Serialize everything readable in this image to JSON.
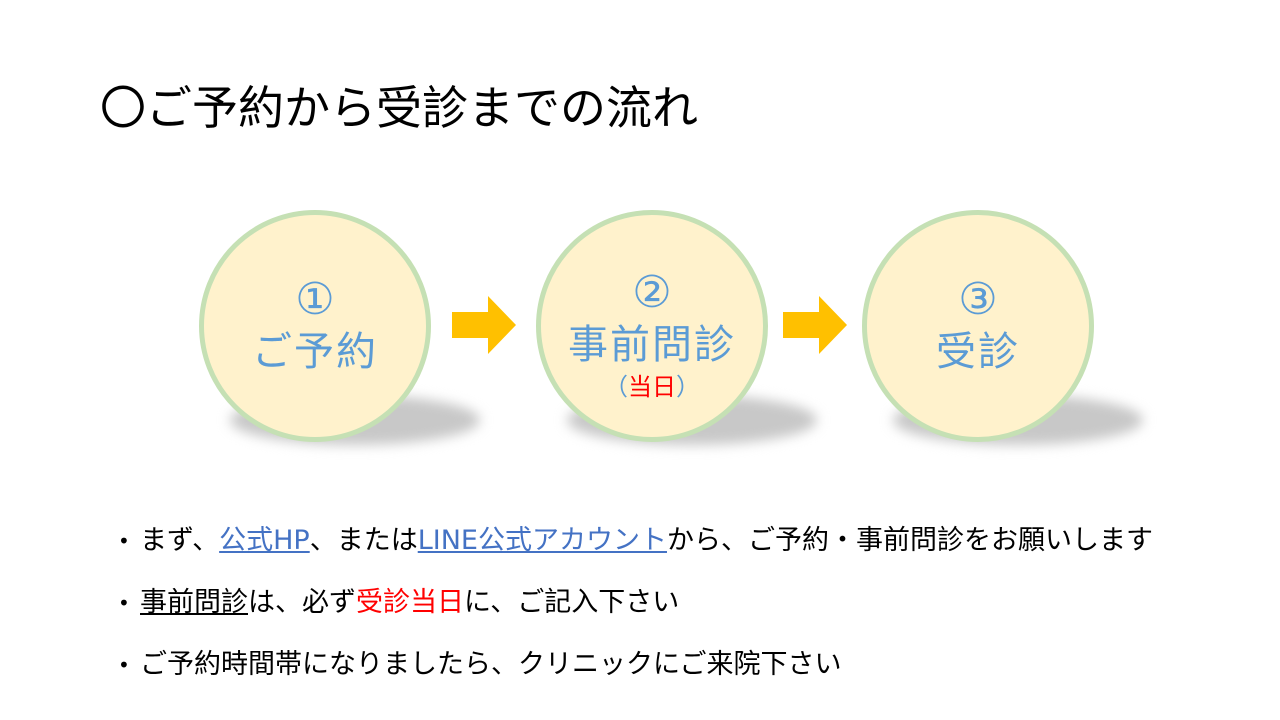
{
  "title": "〇ご予約から受診までの流れ",
  "steps": [
    {
      "num": "①",
      "label": "ご予約"
    },
    {
      "num": "②",
      "label": "事前問診",
      "sub_open": "（",
      "sub_red": "当日",
      "sub_close": "）"
    },
    {
      "num": "③",
      "label": "受診"
    }
  ],
  "bullets": {
    "b1": {
      "t1": "まず、",
      "link1": "公式HP",
      "t2": "、または",
      "link2": "LINE公式アカウント",
      "t3": "から、ご予約・事前問診をお願いします"
    },
    "b2": {
      "u": "事前問診",
      "t1": "は、必ず",
      "red": "受診当日",
      "t2": "に、ご記入下さい"
    },
    "b3": {
      "t1": "ご予約時間帯になりましたら、クリニックにご来院下さい"
    }
  },
  "bullet_char": "•",
  "colors": {
    "circle_fill": "#fff2cc",
    "circle_border": "#c5e0b4",
    "step_text": "#5b9bd5",
    "arrow": "#ffc000",
    "link": "#4472c4",
    "emphasis": "#ff0000"
  }
}
